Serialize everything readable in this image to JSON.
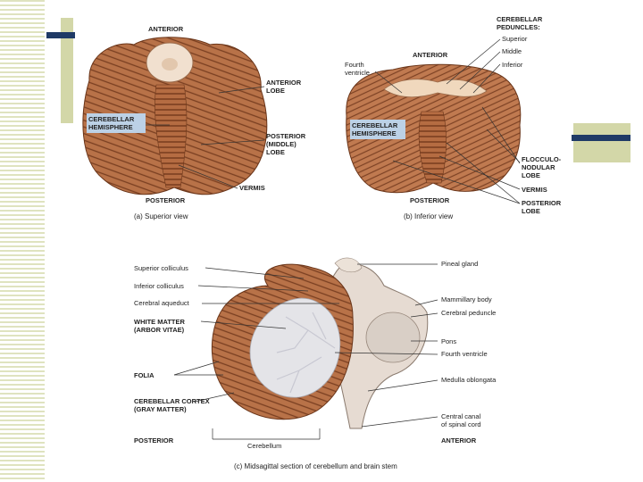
{
  "panel_a": {
    "anterior": "ANTERIOR",
    "anterior_lobe": [
      "ANTERIOR",
      "LOBE"
    ],
    "hemisphere": [
      "CEREBELLAR",
      "HEMISPHERE"
    ],
    "posterior_lobe": [
      "POSTERIOR",
      "(MIDDLE)",
      "LOBE"
    ],
    "vermis": "VERMIS",
    "posterior": "POSTERIOR",
    "caption": "(a) Superior view"
  },
  "panel_b": {
    "peduncles": [
      "CEREBELLAR",
      "PEDUNCLES:"
    ],
    "superior": "Superior",
    "middle": "Middle",
    "inferior": "Inferior",
    "anterior": "ANTERIOR",
    "fourth_ventricle": [
      "Fourth",
      "ventricle"
    ],
    "hemisphere": [
      "CEREBELLAR",
      "HEMISPHERE"
    ],
    "flocculo": [
      "FLOCCULO-",
      "NODULAR",
      "LOBE"
    ],
    "vermis": "VERMIS",
    "posterior_lobe": [
      "POSTERIOR",
      "LOBE"
    ],
    "posterior": "POSTERIOR",
    "caption": "(b) Inferior view"
  },
  "panel_c": {
    "superior_colliculus": "Superior colliculus",
    "inferior_colliculus": "Inferior colliculus",
    "cerebral_aqueduct": "Cerebral aqueduct",
    "white_matter": [
      "WHITE MATTER",
      "(ARBOR VITAE)"
    ],
    "folia": "FOLIA",
    "cortex": [
      "CEREBELLAR CORTEX",
      "(GRAY MATTER)"
    ],
    "posterior": "POSTERIOR",
    "cerebellum": "Cerebellum",
    "pineal_gland": "Pineal gland",
    "mammillary_body": "Mammillary body",
    "cerebral_peduncle": "Cerebral peduncle",
    "pons": "Pons",
    "fourth_ventricle": "Fourth ventricle",
    "medulla": "Medulla oblongata",
    "central_canal": [
      "Central canal",
      "of spinal cord"
    ],
    "anterior": "ANTERIOR",
    "caption": "(c) Midsagittal section of cerebellum and brain stem"
  }
}
